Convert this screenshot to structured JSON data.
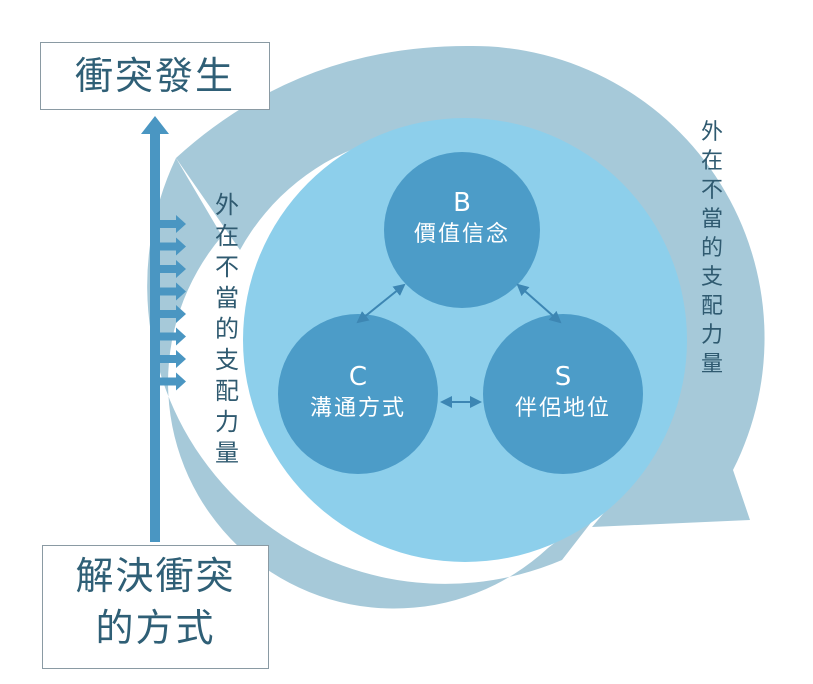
{
  "top_box": {
    "label": "衝突發生"
  },
  "bottom_box": {
    "line1": "解決衝突",
    "line2": "的方式"
  },
  "left_side_text": "外在不當的支配力量",
  "right_side_text": "外在不當的支配力量",
  "nodes": [
    {
      "letter": "B",
      "label": "價值信念"
    },
    {
      "letter": "C",
      "label": "溝通方式"
    },
    {
      "letter": "S",
      "label": "伴侶地位"
    }
  ],
  "colors": {
    "outer_arc": "#a6c9d9",
    "main_circle": "#8dcfeb",
    "node": "#4c9cc8",
    "arrow": "#4a96c2",
    "text_dark": "#2f5a70"
  }
}
